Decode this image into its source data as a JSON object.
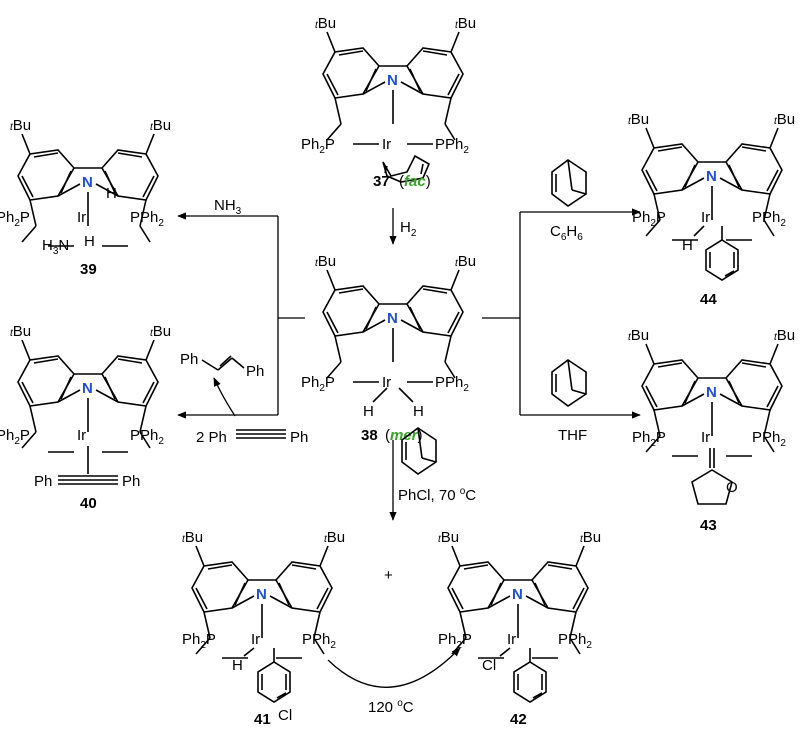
{
  "compounds": {
    "c37": {
      "number": "37",
      "isomer": "fac",
      "metal": "Ir",
      "n_atom": "N",
      "ligand_left": "Ph",
      "ligand_right": "PPh",
      "sub2": "2",
      "tbu": "Bu",
      "t": "t",
      "p_left": "P"
    },
    "c38": {
      "number": "38",
      "isomer": "mer",
      "metal": "Ir",
      "n_atom": "N",
      "h": "H"
    },
    "c39": {
      "number": "39",
      "metal": "Ir",
      "n_atom": "N",
      "h": "H",
      "nh3": "H",
      "nh3_n": "N"
    },
    "c40": {
      "number": "40",
      "metal": "Ir",
      "n_atom": "N",
      "ph": "Ph"
    },
    "c41": {
      "number": "41",
      "metal": "Ir",
      "n_atom": "N",
      "h": "H",
      "cl": "Cl"
    },
    "c42": {
      "number": "42",
      "metal": "Ir",
      "n_atom": "N",
      "cl": "Cl"
    },
    "c43": {
      "number": "43",
      "metal": "Ir",
      "n_atom": "N",
      "o": "O"
    },
    "c44": {
      "number": "44",
      "metal": "Ir",
      "n_atom": "N",
      "h": "H"
    }
  },
  "reagents": {
    "h2": "H",
    "nh3": "NH",
    "c6h6_a": "C",
    "c6h6_b": "H",
    "thf": "THF",
    "phcl": "PhCl, 70 ",
    "deg": "o",
    "celsius": "C",
    "heat": "120 ",
    "plus": "+",
    "two_ph": "2 Ph",
    "ph": "Ph",
    "tbu_t": "t",
    "tbu": "Bu",
    "ph2p": "Ph",
    "p": "P",
    "pph2": "PPh",
    "two": "2",
    "three": "3",
    "six": "6",
    "open_paren": "(",
    "close_paren": ")"
  }
}
